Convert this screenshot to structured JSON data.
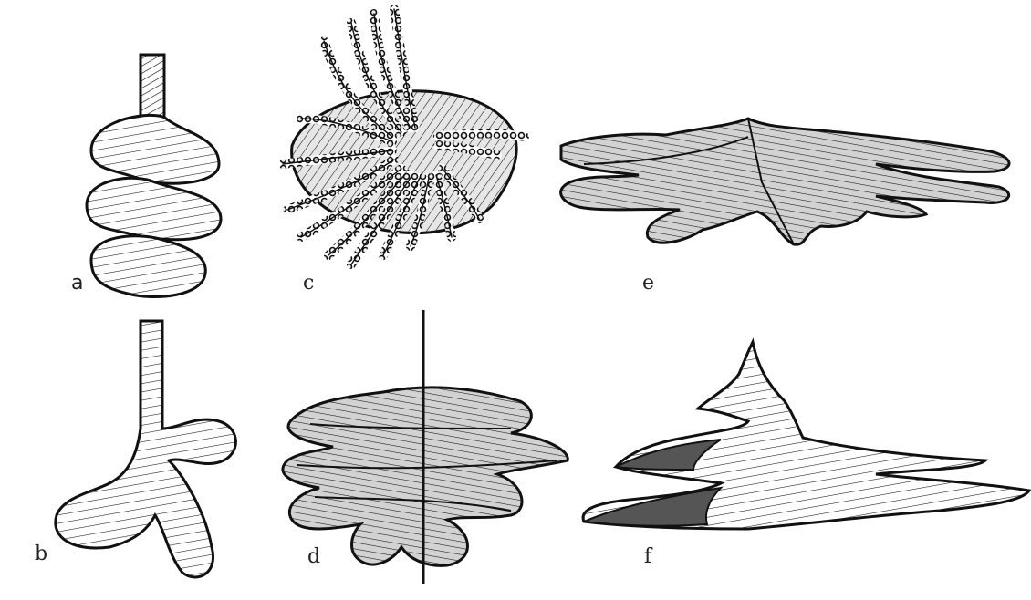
{
  "figure": {
    "panels": [
      {
        "id": "a",
        "label": "a"
      },
      {
        "id": "b",
        "label": "b"
      },
      {
        "id": "c",
        "label": "c"
      },
      {
        "id": "d",
        "label": "d"
      },
      {
        "id": "e",
        "label": "e"
      },
      {
        "id": "f",
        "label": "f"
      }
    ],
    "colors": {
      "stroke": "#111111",
      "fill_white": "#ffffff",
      "fill_light": "#e6e6e6",
      "fill_mid": "#d2d2d2",
      "fill_dark": "#555555"
    }
  }
}
